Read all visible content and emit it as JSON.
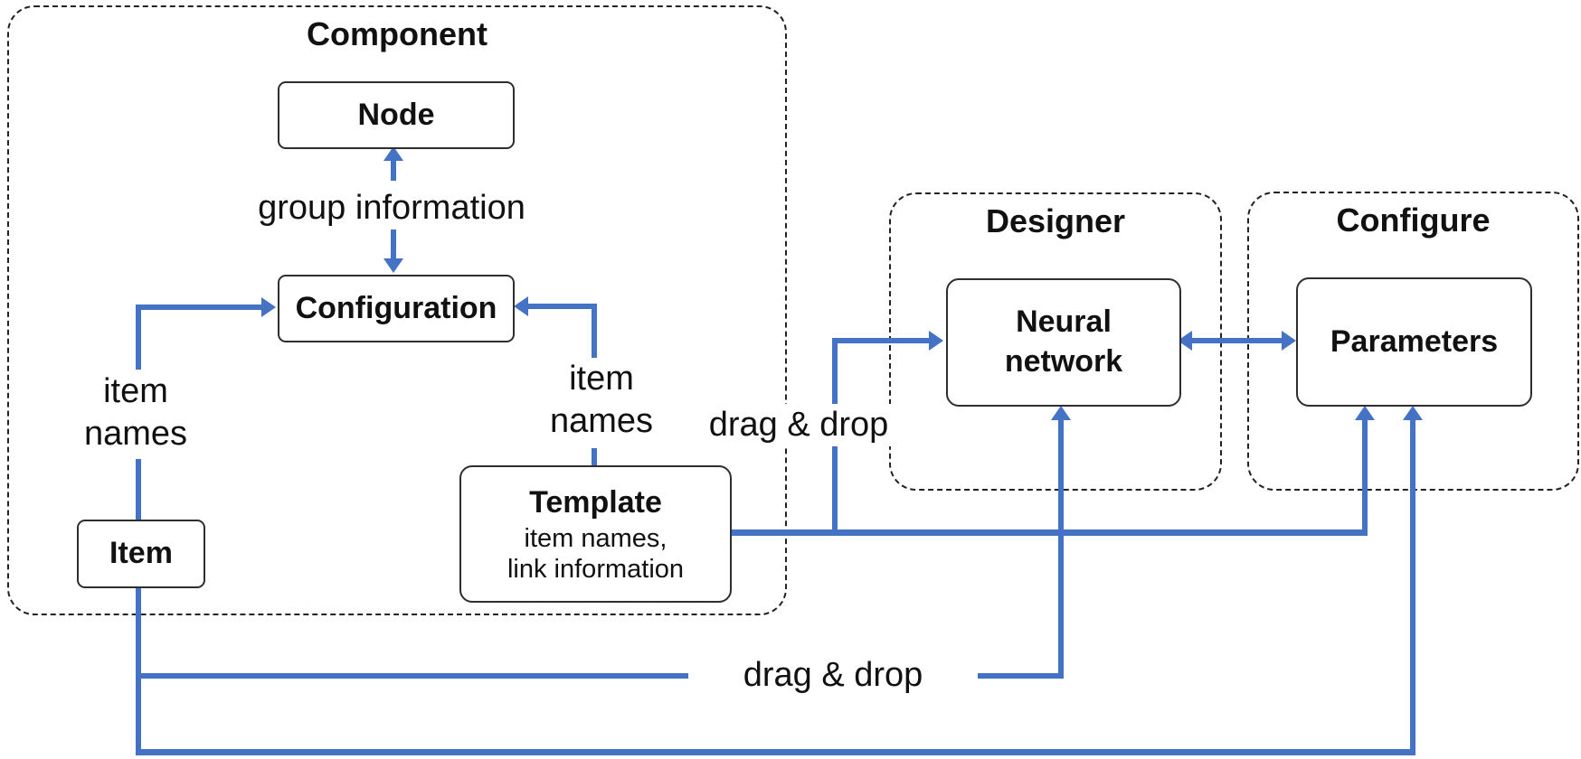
{
  "groups": {
    "component": {
      "title": "Component"
    },
    "designer": {
      "title": "Designer"
    },
    "configure": {
      "title": "Configure"
    }
  },
  "boxes": {
    "node": {
      "label": "Node"
    },
    "configuration": {
      "label": "Configuration"
    },
    "item": {
      "label": "Item"
    },
    "template": {
      "title": "Template",
      "subtitle_line1": "item names,",
      "subtitle_line2": "link information"
    },
    "neural_network": {
      "label_line1": "Neural",
      "label_line2": "network"
    },
    "parameters": {
      "label": "Parameters"
    }
  },
  "edge_labels": {
    "group_information": "group information",
    "item_names_left": {
      "line1": "item",
      "line2": "names"
    },
    "item_names_right": {
      "line1": "item",
      "line2": "names"
    },
    "drag_and_drop_top": "drag & drop",
    "drag_and_drop_bottom": "drag & drop"
  },
  "colors": {
    "connector": "#4472C4",
    "box_border": "#2e2e2e",
    "group_border": "#222222",
    "text": "#111111",
    "background": "#ffffff"
  }
}
